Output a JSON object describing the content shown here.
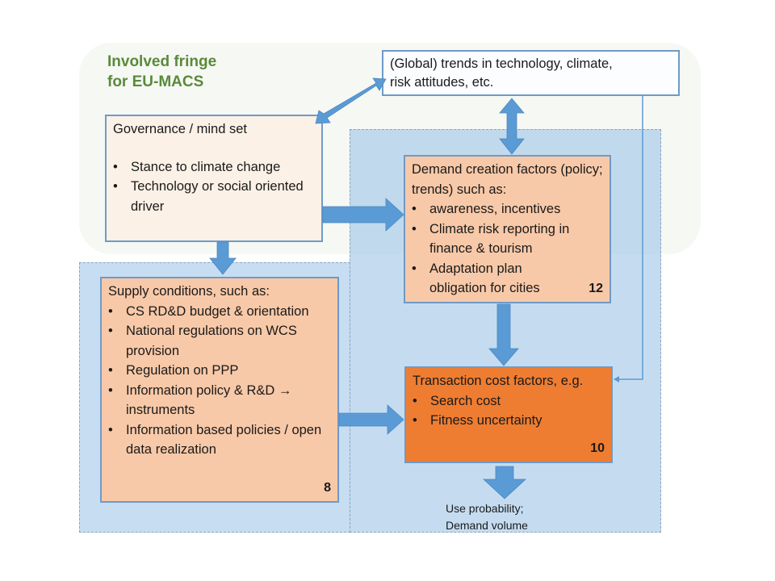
{
  "fringe": {
    "title_line1": "Involved fringe",
    "title_line2": "for EU-MACS"
  },
  "trends_box": {
    "line1": "(Global) trends in technology, climate,",
    "line2": "risk attitudes, etc."
  },
  "governance_box": {
    "title": "Governance / mind set",
    "items": [
      "Stance to climate change",
      "Technology or social oriented driver"
    ]
  },
  "demand_box": {
    "title": "Demand creation factors (policy; trends) such as:",
    "items": [
      "awareness, incentives",
      "Climate risk reporting in finance & tourism",
      "Adaptation plan obligation for cities"
    ],
    "number": "12"
  },
  "supply_box": {
    "title": "Supply conditions, such as:",
    "items": [
      "CS RD&D budget & orientation",
      "National regulations on WCS provision",
      "Regulation on PPP",
      "Information policy & R&D → instruments",
      "Information based policies / open data realization"
    ],
    "number": "8"
  },
  "transaction_box": {
    "title": "Transaction cost factors, e.g.",
    "items": [
      "Search cost",
      "Fitness uncertainty"
    ],
    "number": "10"
  },
  "output": {
    "line1": "Use probability;",
    "line2": "Demand volume"
  },
  "colors": {
    "arrow": "#5b9bd5",
    "fringe_title": "#5a8a3a",
    "box_peach": "#f8c9a8",
    "box_orange": "#ee7d32",
    "box_cream": "#fbf1e6",
    "zone_blue": "#bdd7ee"
  }
}
